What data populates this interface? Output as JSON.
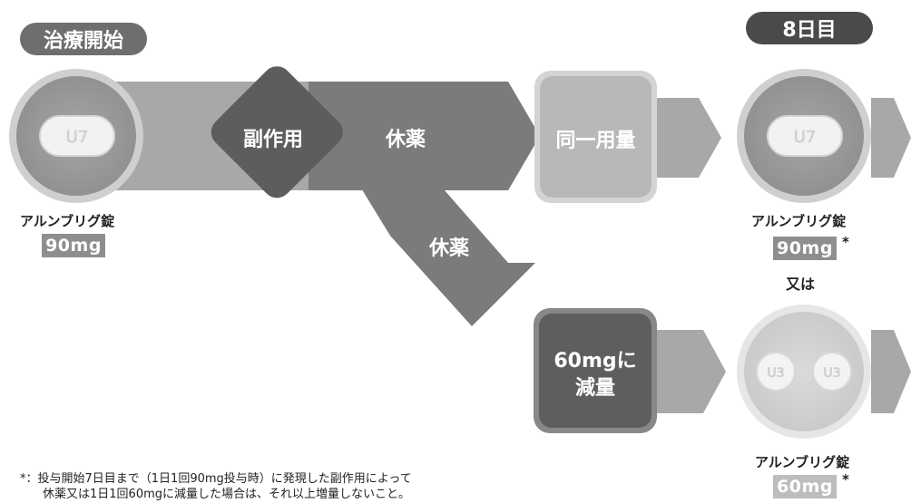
{
  "header": {
    "start_label": "治療開始",
    "day8_label": "8日目"
  },
  "pill_imprint": {
    "u7": "U7",
    "u3": "U3"
  },
  "diamond_label": "副作用",
  "rest_labels": {
    "upper": "休薬",
    "lower": "休薬"
  },
  "boxes": {
    "same_dose": "同一用量",
    "reduce_line1": "60mgに",
    "reduce_line2": "減量"
  },
  "start_drug": {
    "name": "アルンブリグ錠",
    "dose": "90mg"
  },
  "day8_drug_a": {
    "name": "アルンブリグ錠",
    "dose": "90mg",
    "asterisk": "*"
  },
  "or_label": "又は",
  "day8_drug_b": {
    "name": "アルンブリグ錠",
    "dose": "60mg",
    "asterisk": "*"
  },
  "footnote": {
    "line1": "*：投与開始7日目まで（1日1回90mg投与時）に発現した副作用によって",
    "line2": "休薬又は1日1回60mgに減量した場合は、それ以上増量しないこと。"
  },
  "colors": {
    "dark_pill": "#4a4a4a",
    "medium_pill": "#6e6e6e",
    "diamond": "#5d5d5d",
    "band": "#a8a8a8",
    "arrow_dark": "#7b7b7b",
    "same_box": "#b8b8b8",
    "reduce_box": "#5e5e5e",
    "circle_outer": "#bdbdbd",
    "circle_inner": "#9c9c9c",
    "dose_box": "#8e8e8e"
  }
}
